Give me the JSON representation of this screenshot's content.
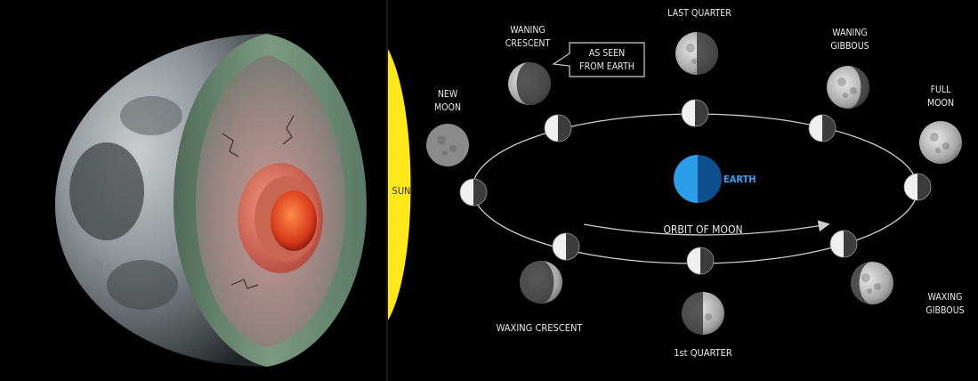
{
  "labels": {
    "sun": "SUN",
    "earth": "EARTH",
    "orbit": "ORBIT OF MOON",
    "callout": [
      "AS SEEN",
      "FROM EARTH"
    ],
    "new_moon": [
      "NEW",
      "MOON"
    ],
    "waning_crescent": [
      "WANING",
      "CRESCENT"
    ],
    "last_quarter": "LAST QUARTER",
    "waning_gibbous": [
      "WANING",
      "GIBBOUS"
    ],
    "full_moon": [
      "FULL",
      "MOON"
    ],
    "waxing_gibbous": [
      "WAXING",
      "GIBBOUS"
    ],
    "first_quarter": "1st QUARTER",
    "waxing_crescent": "WAXING CRESCENT"
  },
  "colors": {
    "sun": "#ffe81a",
    "earth_light": "#2a9ee8",
    "earth_dark": "#0d4f8c",
    "earth_label": "#3aa0f0",
    "orbit": "#cfcfcf",
    "text": "#eaeaea",
    "moon_lit": "#f0f0f0",
    "moon_dark": "#3c3c3c",
    "crust": "#6f8a72",
    "mantle": "#a58a86",
    "core": "#e04a2a"
  }
}
